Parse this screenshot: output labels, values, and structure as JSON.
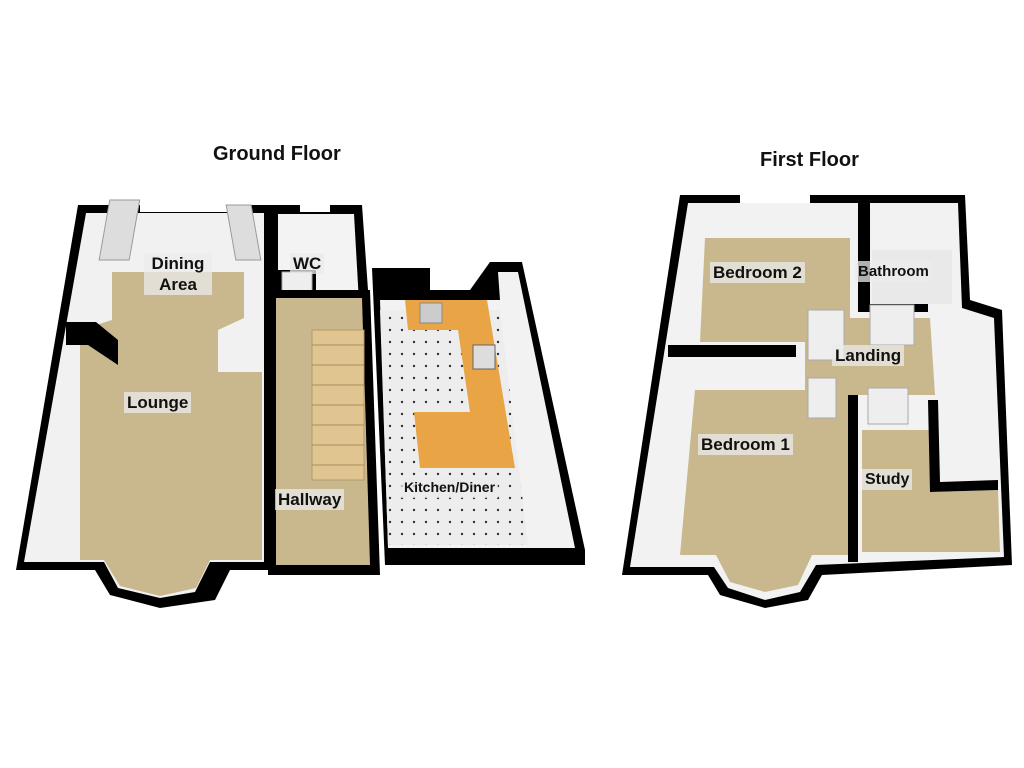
{
  "floors": [
    {
      "title": "Ground Floor",
      "rooms": [
        "Dining Area",
        "WC",
        "Lounge",
        "Hallway",
        "Kitchen/Diner"
      ]
    },
    {
      "title": "First Floor",
      "rooms": [
        "Bedroom 2",
        "Bathroom",
        "Landing",
        "Bedroom 1",
        "Study"
      ]
    }
  ],
  "colors": {
    "wall": "#000000",
    "carpet": "#c9b88e",
    "wall_face": "#f2f2f2",
    "kitchen_worktop": "#e8a445",
    "tile": "#ececec",
    "stairs": "#e0c590"
  }
}
